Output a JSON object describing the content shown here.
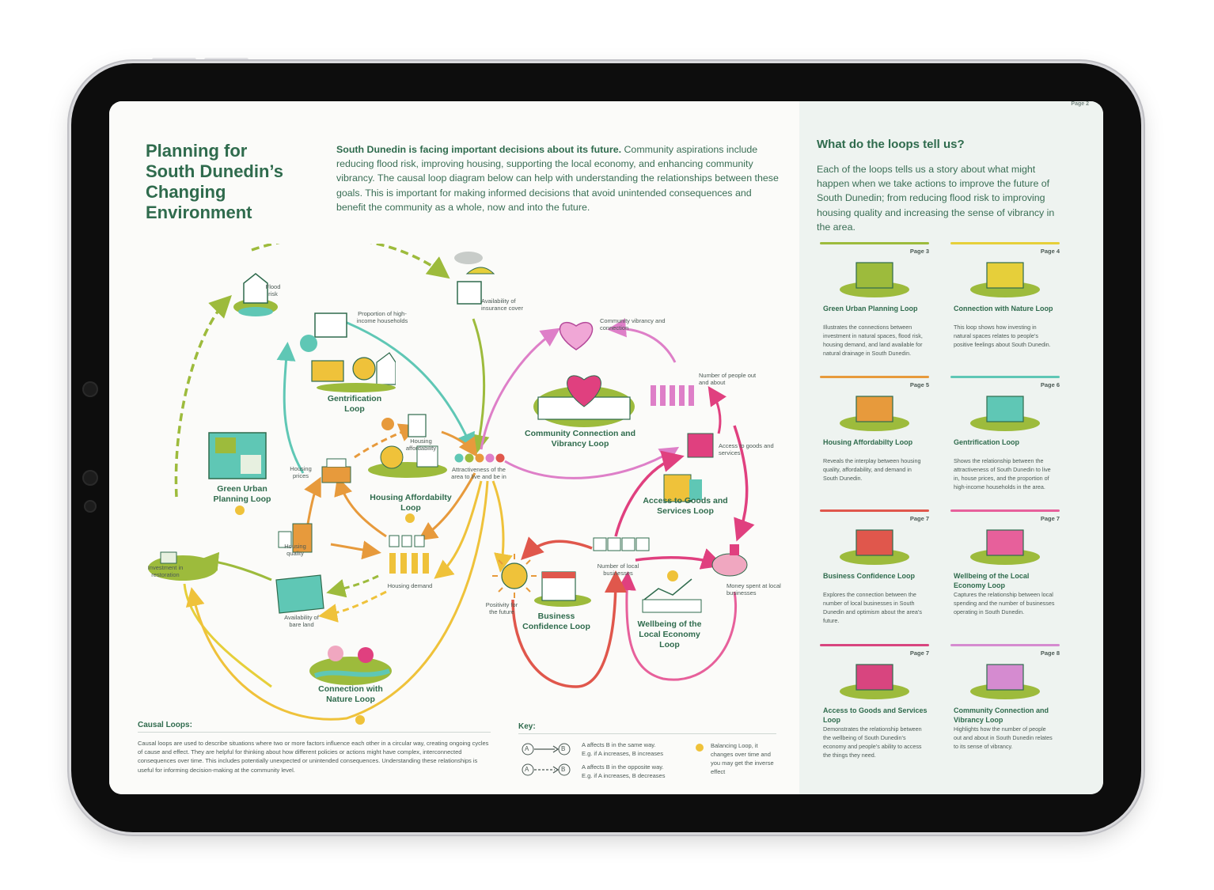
{
  "left_page": {
    "title_lines": [
      "Planning for",
      "South Dunedin’s",
      "Changing",
      "Environment"
    ],
    "intro_bold": "South Dunedin is facing important decisions about its future.",
    "intro_rest": " Community aspirations include reducing flood risk, improving housing, supporting the local economy, and enhancing community vibrancy. The causal loop diagram below can help with understanding the relationships between these goals. This is important for making informed decisions that avoid unintended consequences and benefit the community as a whole, now and into the future."
  },
  "diagram": {
    "nodes": {
      "flood_risk": "Flood risk",
      "insurance": "Availability of insurance cover",
      "high_income": "Proportion of high-income households",
      "community_vibrancy": "Community vibrancy and connection",
      "people_out": "Number of people out and about",
      "housing_affordability": "Housing affordability",
      "housing_prices": "Housing prices",
      "attractiveness": "Attractiveness of the area to live and be in",
      "access_goods": "Access to goods and services",
      "housing_quality": "Housing quality",
      "investment": "Investment in restoration",
      "housing_demand": "Housing demand",
      "local_businesses": "Number of local businesses",
      "money_spent": "Money spent at local businesses",
      "bare_land": "Availability of bare land",
      "positivity": "Positivity for the future"
    },
    "loops": {
      "gentrification": "Gentrification Loop",
      "community_connection": "Community Connection and Vibrancy Loop",
      "green_urban": "Green Urban Planning Loop",
      "housing_afford": "Housing Affordabilty Loop",
      "access_goods": "Access to Goods and Services Loop",
      "business_conf": "Business Confidence Loop",
      "wellbeing": "Wellbeing of the Local Economy Loop",
      "nature": "Connection with Nature Loop"
    }
  },
  "causal": {
    "title": "Causal Loops:",
    "text": "Causal loops are used to describe situations where two or more factors influence each other in a circular way, creating ongoing cycles of cause and effect. They are helpful for thinking about how different policies or actions might have complex, interconnected consequences over time. This includes potentially unexpected or unintended consequences. Understanding these relationships is useful for informing decision-making at the community level."
  },
  "key": {
    "title": "Key:",
    "same_way": "A affects B in the same way.",
    "same_eg": "E.g. if A increases, B increases",
    "opposite": "A affects B in the opposite way.",
    "opposite_eg": "E.g. if A increases, B decreases",
    "balancing": "Balancing Loop, it changes over time and you may get the inverse effect",
    "node_a": "A",
    "node_b": "B"
  },
  "right_page": {
    "page_label": "Page 2",
    "title": "What do the loops tell us?",
    "intro": "Each of the loops tells us a story about what might happen when we take actions to improve the future of South Dunedin; from reducing flood risk to improving housing quality and increasing the sense of vibrancy in the area.",
    "cards": [
      {
        "page": "Page 3",
        "title": "Green Urban Planning Loop",
        "desc": "Illustrates the connections between investment in natural spaces, flood risk, housing demand, and land available for natural drainage in South Dunedin.",
        "color": "#9dbb3c"
      },
      {
        "page": "Page 4",
        "title": "Connection with Nature Loop",
        "desc": "This loop shows how investing in natural spaces relates to people’s positive feelings about South Dunedin.",
        "color": "#e6cf3a"
      },
      {
        "page": "Page 5",
        "title": "Housing Affordabilty Loop",
        "desc": "Reveals the interplay between housing quality, affordability, and demand in South Dunedin.",
        "color": "#e79a3c"
      },
      {
        "page": "Page 6",
        "title": "Gentrification Loop",
        "desc": "Shows the relationship between the attractiveness of South Dunedin to live in, house prices, and the proportion of high-income households in the area.",
        "color": "#5fc7b5"
      },
      {
        "page": "Page 7",
        "title": "Business Confidence Loop",
        "desc": "Explores the connection between the number of local businesses in South Dunedin and optimism about the area’s future.",
        "color": "#e0574c"
      },
      {
        "page": "Page 7",
        "title": "Wellbeing of the Local Economy Loop",
        "desc": "Captures the relationship between local spending and the number of businesses operating in South Dunedin.",
        "color": "#e7609b"
      },
      {
        "page": "Page 7",
        "title": "Access to Goods and Services Loop",
        "desc": "Demonstrates the relationship between the wellbeing of South Dunedin’s economy and people’s ability to access the things they need.",
        "color": "#d8457f"
      },
      {
        "page": "Page 8",
        "title": "Community Connection and Vibrancy Loop",
        "desc": "Highlights how the number of people out and about in South Dunedin relates to its sense of vibrancy.",
        "color": "#d58bd0"
      }
    ]
  }
}
